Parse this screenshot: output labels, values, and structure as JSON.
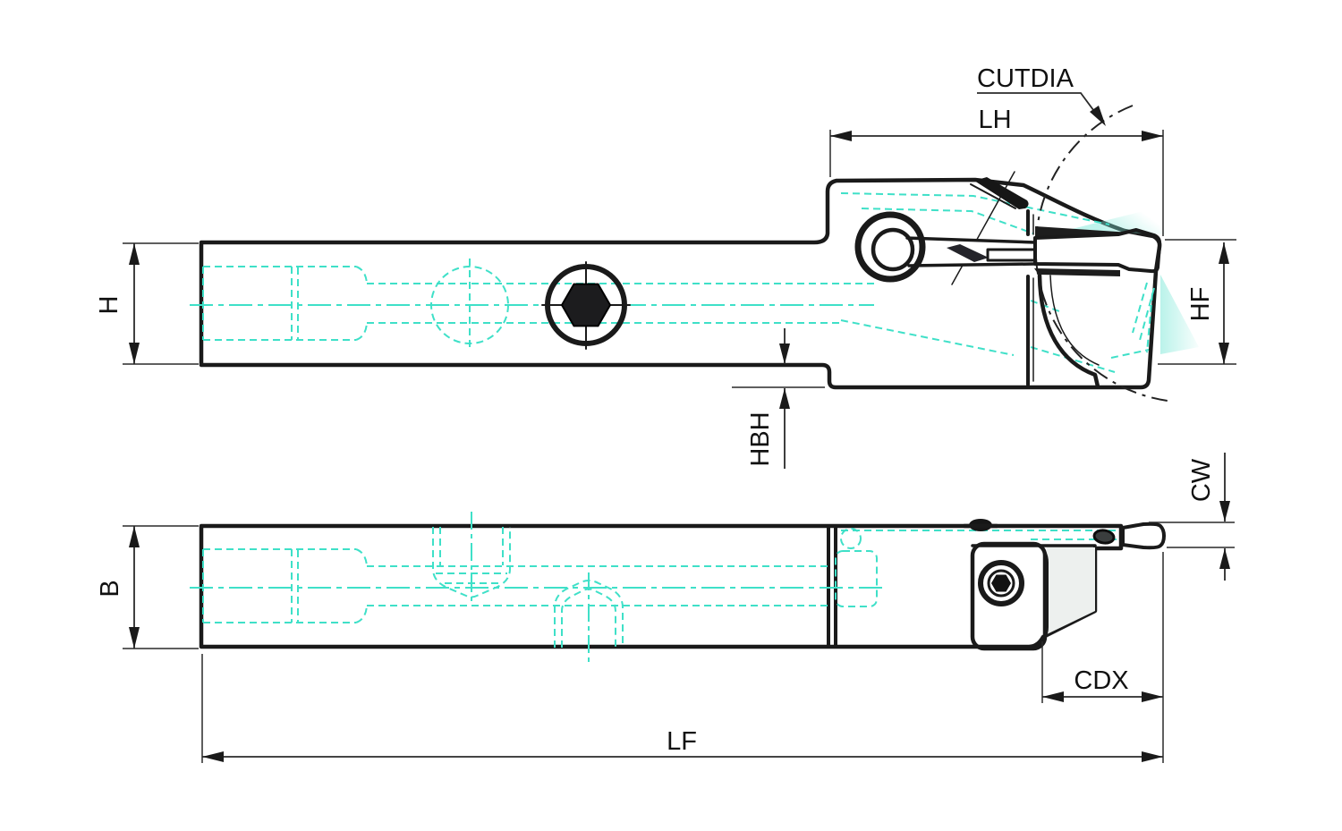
{
  "labels": {
    "cutdia": "CUTDIA",
    "lh": "LH",
    "h": "H",
    "hf": "HF",
    "hbh": "HBH",
    "cw": "CW",
    "b": "B",
    "cdx": "CDX",
    "lf": "LF"
  },
  "colors": {
    "body_fill": "#E3E6E5",
    "outline": "#1A1A1A",
    "insert_orange": "#F6921E",
    "hidden_line_cyan": "#3FE0C8",
    "dimension_line": "#2A2A2A",
    "coolant_swoosh": "#7FE8D8",
    "background": "#FFFFFF"
  }
}
